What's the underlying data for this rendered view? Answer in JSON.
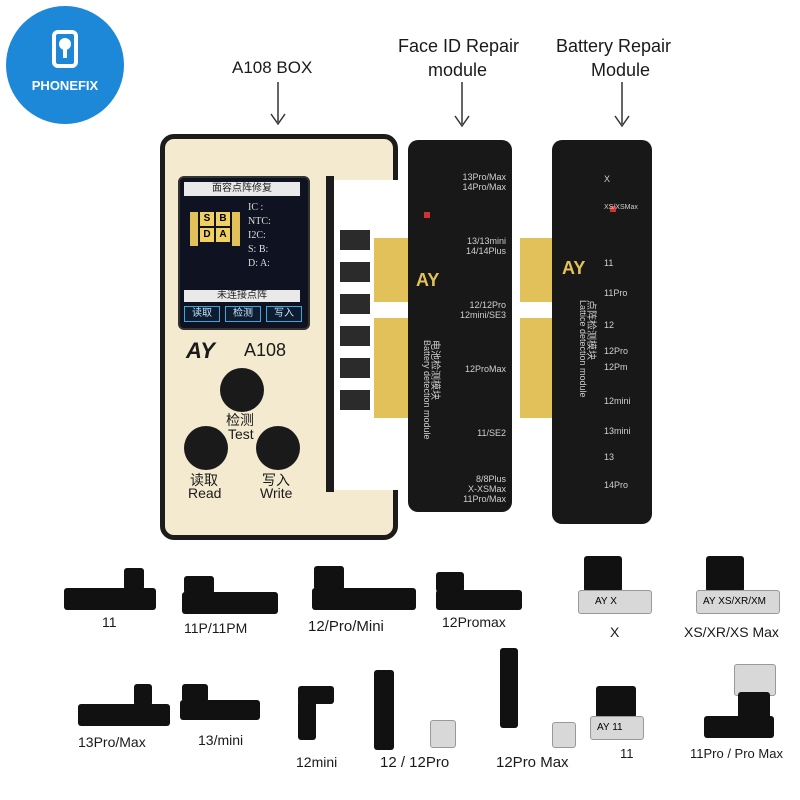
{
  "brand": {
    "logo_text": "PHONEFIX"
  },
  "headings": {
    "box": "A108 BOX",
    "faceid_line1": "Face ID Repair",
    "faceid_line2": "module",
    "battery_line1": "Battery Repair",
    "battery_line2": "Module"
  },
  "device": {
    "screen_title": "面容点阵修复",
    "info_labels": [
      "IC :",
      "NTC:",
      "I2C:",
      "S:   B:",
      "D:   A:"
    ],
    "chip_letters": [
      "S",
      "B",
      "D",
      "A"
    ],
    "status": "未连接点阵",
    "screen_buttons": [
      "读取",
      "检测",
      "写入"
    ],
    "logo": "AY",
    "model": "A108",
    "test_cn": "检测",
    "test_en": "Test",
    "read_cn": "读取",
    "read_en": "Read",
    "write_cn": "写入",
    "write_en": "Write"
  },
  "faceid_module": {
    "labels": [
      "13Pro/Max",
      "14Pro/Max",
      "13/13mini",
      "14/14Plus",
      "12/12Pro",
      "12mini/SE3",
      "12ProMax",
      "11/SE2",
      "8/8Plus",
      "X-XSMax",
      "11Pro/Max"
    ],
    "vertical_cn": "电池检测模块",
    "vertical_en": "Battery detection module",
    "logo": "AY"
  },
  "battery_module": {
    "labels": [
      "X",
      "XS/XSMax",
      "11",
      "11Pro",
      "12",
      "12Pro",
      "12Pm",
      "12mini",
      "13mini",
      "13",
      "14Pro"
    ],
    "vertical_cn": "点阵检测模块",
    "vertical_en": "Lattice detection module",
    "logo": "AY"
  },
  "flex_cables": {
    "row1": [
      "11",
      "11P/11PM",
      "12/Pro/Mini",
      "12Promax"
    ],
    "row2": [
      "13Pro/Max",
      "13/mini",
      "12mini",
      "12 / 12Pro",
      "12Pro Max"
    ]
  },
  "connectors": {
    "row1": [
      {
        "label": "X",
        "tag": "AY    X"
      },
      {
        "label": "XS/XR/XS Max",
        "tag": "AY XS/XR/XM"
      }
    ],
    "row2": [
      {
        "label": "11",
        "tag": "AY    11"
      },
      {
        "label": "11Pro / Pro Max",
        "tag": ""
      }
    ]
  },
  "colors": {
    "logo_blue": "#1e88d8",
    "box_fill": "#f3ead0",
    "gold": "#e3c15a",
    "pcb": "#181818"
  }
}
